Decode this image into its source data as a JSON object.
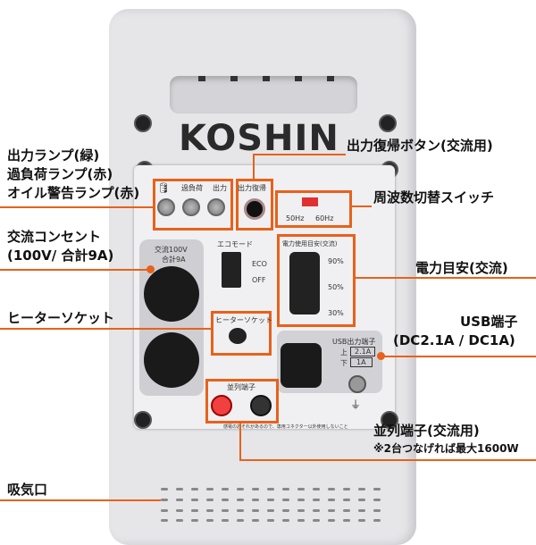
{
  "product": {
    "brand_logo": "KOSHIN"
  },
  "panel": {
    "lamp_labels": [
      "過負荷",
      "出力"
    ],
    "reset_label": "出力復帰",
    "freq_labels": [
      "50Hz",
      "60Hz"
    ],
    "outlet_label": [
      "交流100V",
      "合計9A"
    ],
    "eco_label": "エコモード",
    "eco_on": "ECO",
    "eco_off": "OFF",
    "meter_title": "電力使用目安(交流)",
    "meter_levels": [
      "90%",
      "50%",
      "30%"
    ],
    "heater_label": "ヒーターソケット",
    "usb_title": "USB出力端子",
    "usb_upper": "上",
    "usb_upper_value": "2.1A",
    "usb_lower": "下",
    "usb_lower_value": "1A",
    "parallel_label": "並列端子",
    "warning": "感電のおそれがあるので、専用コネクター以外使用しないこと"
  },
  "callouts": {
    "lamps": [
      "出力ランプ(緑)",
      "過負荷ランプ(赤)",
      "オイル警告ランプ(赤)"
    ],
    "outlet": [
      "交流コンセント",
      "(100V/ 合計9A)"
    ],
    "heater": "ヒーターソケット",
    "intake": "吸気口",
    "reset": "出力復帰ボタン(交流用)",
    "freq": "周波数切替スイッチ",
    "meter": "電力目安(交流)",
    "usb": [
      "USB端子",
      "(DC2.1A / DC1A)"
    ],
    "parallel": "並列端子(交流用)",
    "parallel_note": "※2台つなげれば最大1600W"
  },
  "colors": {
    "accent": "#e8611a"
  }
}
